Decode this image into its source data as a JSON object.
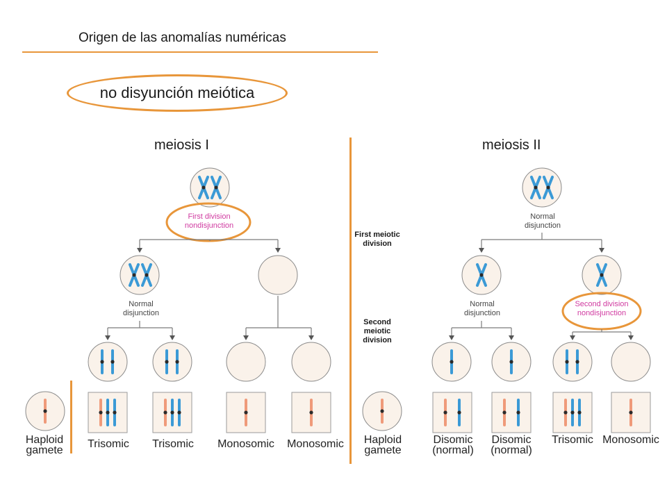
{
  "header": {
    "title": "Origen de las anomalías numéricas",
    "topic": "no disyunción meiótica"
  },
  "sections": {
    "left": "meiosis I",
    "right": "meiosis II"
  },
  "center_labels": {
    "first": "First meiotic division",
    "second": "Second meiotic division"
  },
  "meiosis1": {
    "event_label": "First division nondisjunction",
    "normal_label": "Normal disjunction"
  },
  "meiosis2": {
    "normal_label_top": "Normal disjunction",
    "normal_label_mid": "Normal disjunction",
    "event_label": "Second division nondisjunction"
  },
  "haploid": {
    "left": {
      "line1": "Haploid",
      "line2": "gamete"
    },
    "right": {
      "line1": "Haploid",
      "line2": "gamete"
    }
  },
  "gametes_m1": [
    "Trisomic",
    "Trisomic",
    "Monosomic",
    "Monosomic"
  ],
  "gametes_m2": [
    {
      "line1": "Disomic",
      "line2": "(normal)"
    },
    {
      "line1": "Disomic",
      "line2": "(normal)"
    },
    {
      "line1": "Trisomic",
      "line2": ""
    },
    {
      "line1": "Monosomic",
      "line2": ""
    }
  ],
  "colors": {
    "accent": "#e8963a",
    "blue_chromosome": "#3b9ad6",
    "salmon_chromosome": "#ef9a7a",
    "pink_text": "#d03aa0",
    "cell_fill": "#faf2ea"
  }
}
